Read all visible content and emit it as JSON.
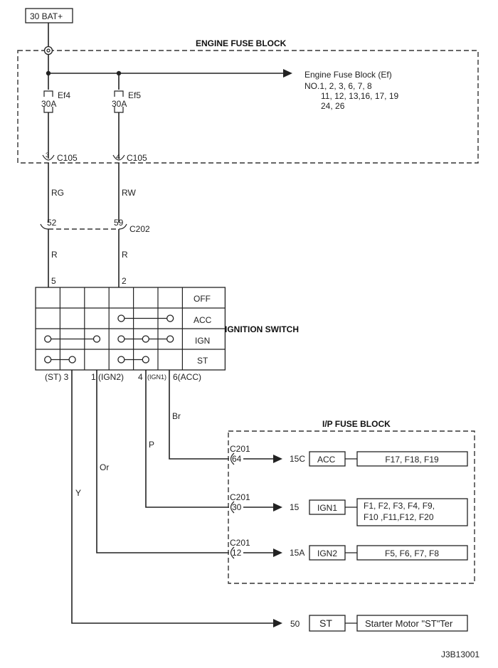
{
  "battery": {
    "label": "30  BAT+"
  },
  "engine_fuse_block": {
    "title": "ENGINE FUSE BLOCK",
    "feed": {
      "line1": "Engine Fuse Block (Ef)",
      "line2": "NO.1, 2, 3, 6, 7, 8",
      "line3": "11, 12, 13,16, 17, 19",
      "line4": "24, 26"
    },
    "fuses": [
      {
        "name": "Ef4",
        "rating": "30A",
        "pin": "3",
        "connector": "C105",
        "wire": "RG"
      },
      {
        "name": "Ef5",
        "rating": "30A",
        "pin": "4",
        "connector": "C105",
        "wire": "RW"
      }
    ]
  },
  "c202": {
    "connector": "C202",
    "pins": [
      "52",
      "59"
    ],
    "wires": [
      "R",
      "R"
    ],
    "switch_pins": [
      "5",
      "2"
    ]
  },
  "ignition_switch": {
    "title": "IGNITION SWITCH",
    "positions": [
      "OFF",
      "ACC",
      "IGN",
      "ST"
    ],
    "bottom_labels": {
      "st": "(ST) 3",
      "ign2": "1  (IGN2)",
      "ign1_num": "4",
      "ign1": "(IGN1)",
      "acc": "6(ACC)"
    }
  },
  "outputs": {
    "wires": {
      "acc": "Br",
      "ign1": "P",
      "ign2": "Or",
      "st": "Y"
    }
  },
  "ip_fuse_block": {
    "title": "I/P FUSE BLOCK",
    "circuits": [
      {
        "connector": "C201",
        "pin": "64",
        "terminal": "15C",
        "name": "ACC",
        "fuses": "F17, F18, F19",
        "fuses2": ""
      },
      {
        "connector": "C201",
        "pin": "30",
        "terminal": "15",
        "name": "IGN1",
        "fuses": "F1, F2, F3, F4, F9,",
        "fuses2": "F10 ,F11,F12, F20"
      },
      {
        "connector": "C201",
        "pin": "12",
        "terminal": "15A",
        "name": "IGN2",
        "fuses": "F5, F6, F7, F8",
        "fuses2": ""
      }
    ]
  },
  "starter": {
    "terminal": "50",
    "name": "ST",
    "target": "Starter Motor \"ST\"Ter"
  },
  "figure_id": "J3B13001"
}
